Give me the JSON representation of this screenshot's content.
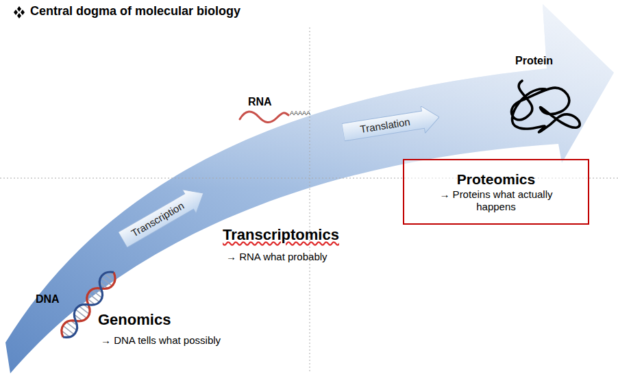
{
  "diagram": {
    "title": "Central dogma of molecular biology",
    "nodes": [
      {
        "text": [
          "Transcription"
        ]
      },
      {
        "text": [
          "Translation"
        ]
      },
      {
        "text": [
          "Proteomics",
          "→ Proteins what actually happens"
        ]
      }
    ],
    "labels": [
      "DNA",
      "RNA",
      "AAAAA",
      "Protein",
      "Genomics",
      "→ DNA tells what possibly",
      "Transcriptomics",
      "→ RNA what probably"
    ]
  }
}
